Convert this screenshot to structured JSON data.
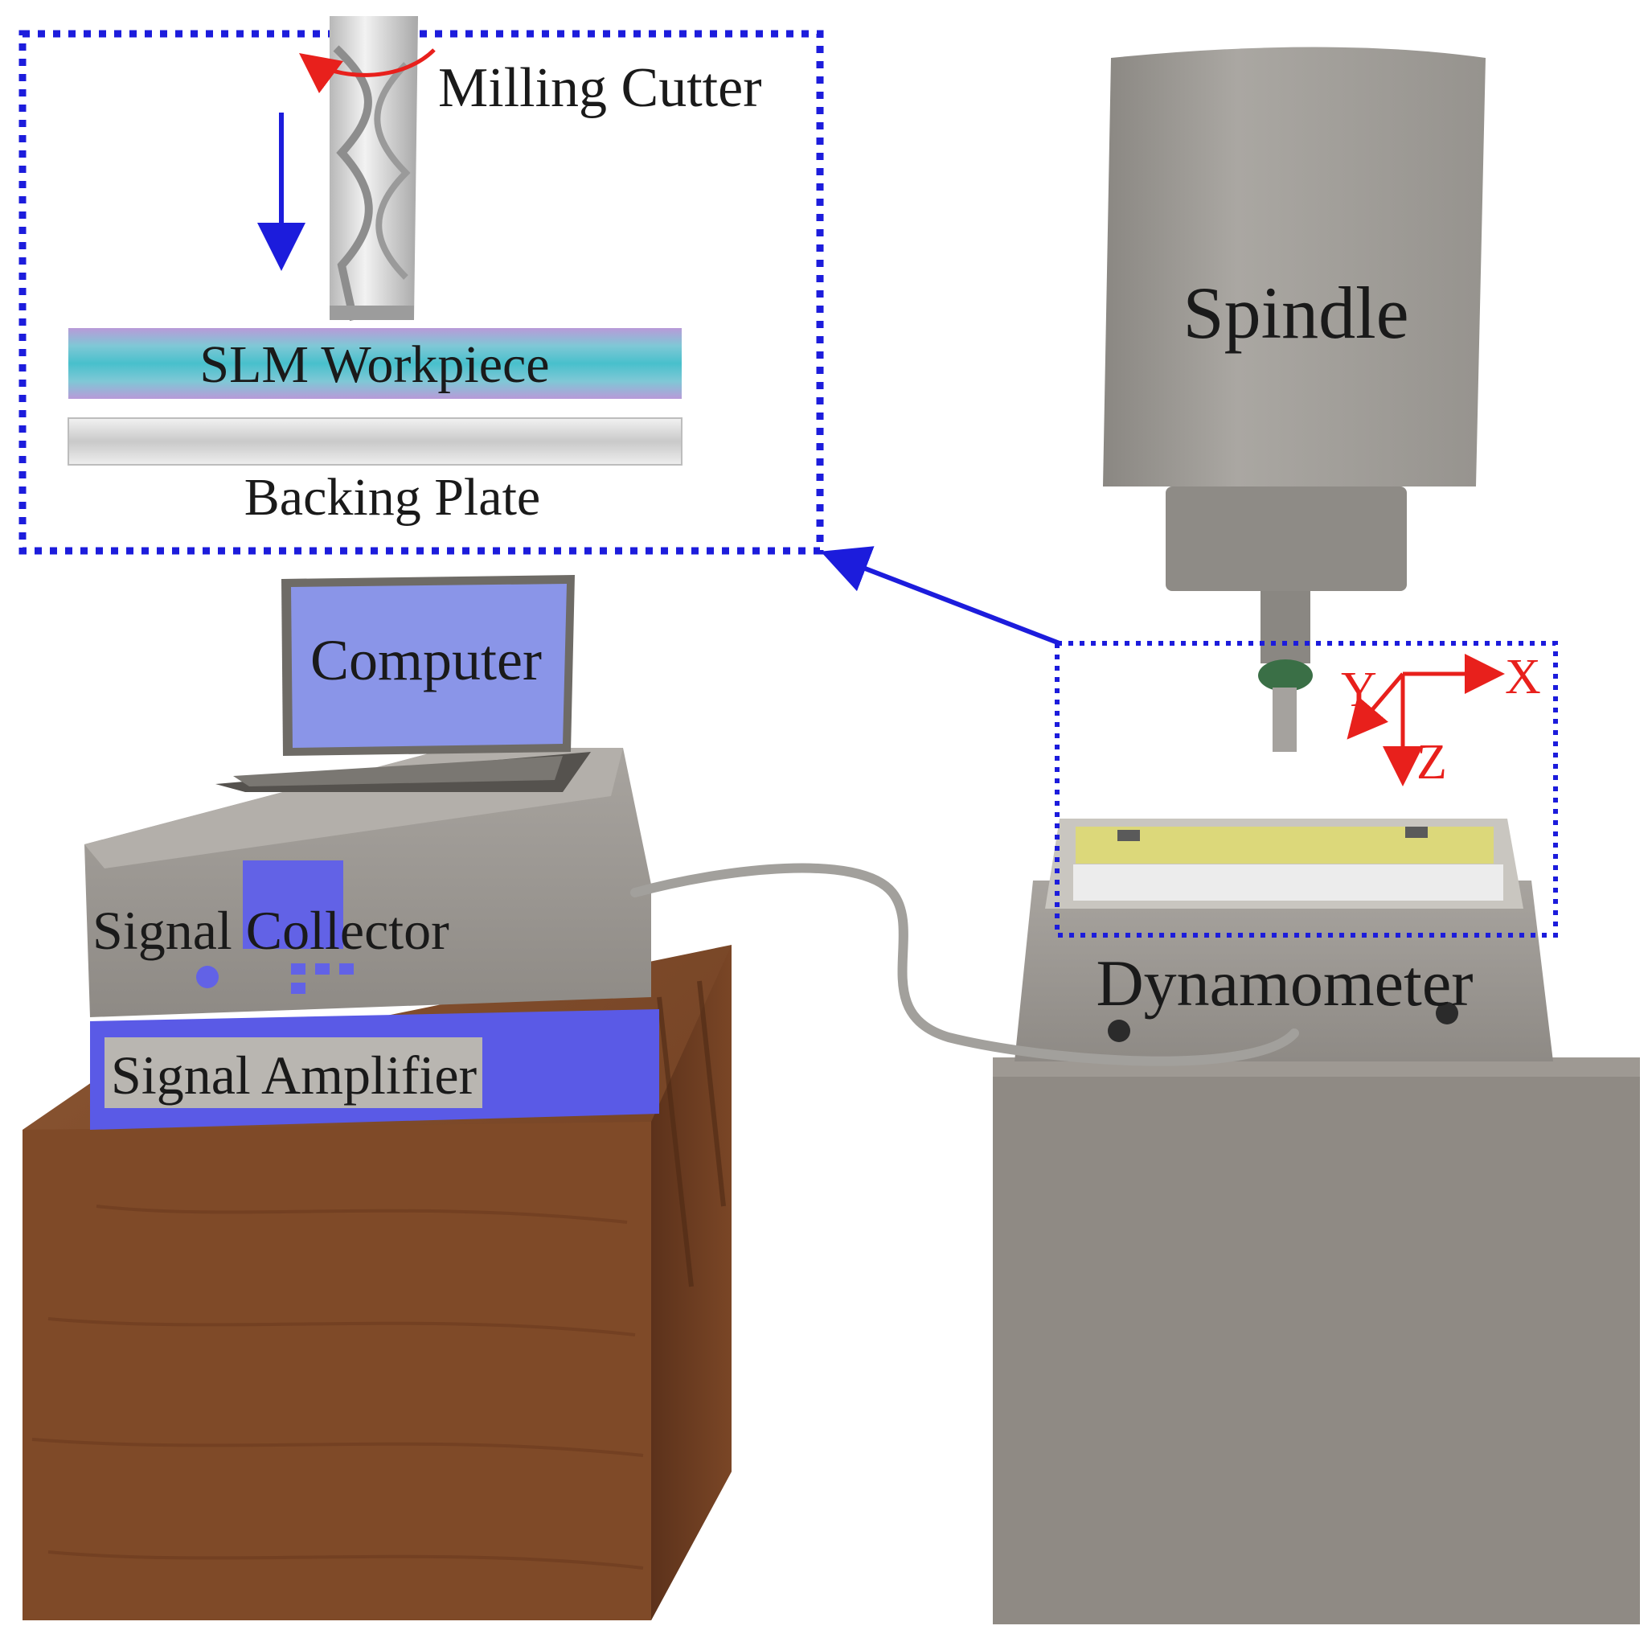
{
  "labels": {
    "milling_cutter": "Milling Cutter",
    "slm_workpiece": "SLM Workpiece",
    "backing_plate": "Backing Plate",
    "spindle": "Spindle",
    "computer": "Computer",
    "signal_collector": "Signal Collector",
    "signal_amplifier": "Signal Amplifier",
    "dynamometer": "Dynamometer"
  },
  "axes": {
    "x": "X",
    "y": "Y",
    "z": "Z"
  },
  "colors": {
    "callout_border": "#1c1cdc",
    "axis_color": "#e8201c",
    "wood": "#7a4626",
    "machine_gray": "#8f8a84",
    "screen_blue": "#8a95e8",
    "amplifier_blue": "#5a5ae6"
  }
}
